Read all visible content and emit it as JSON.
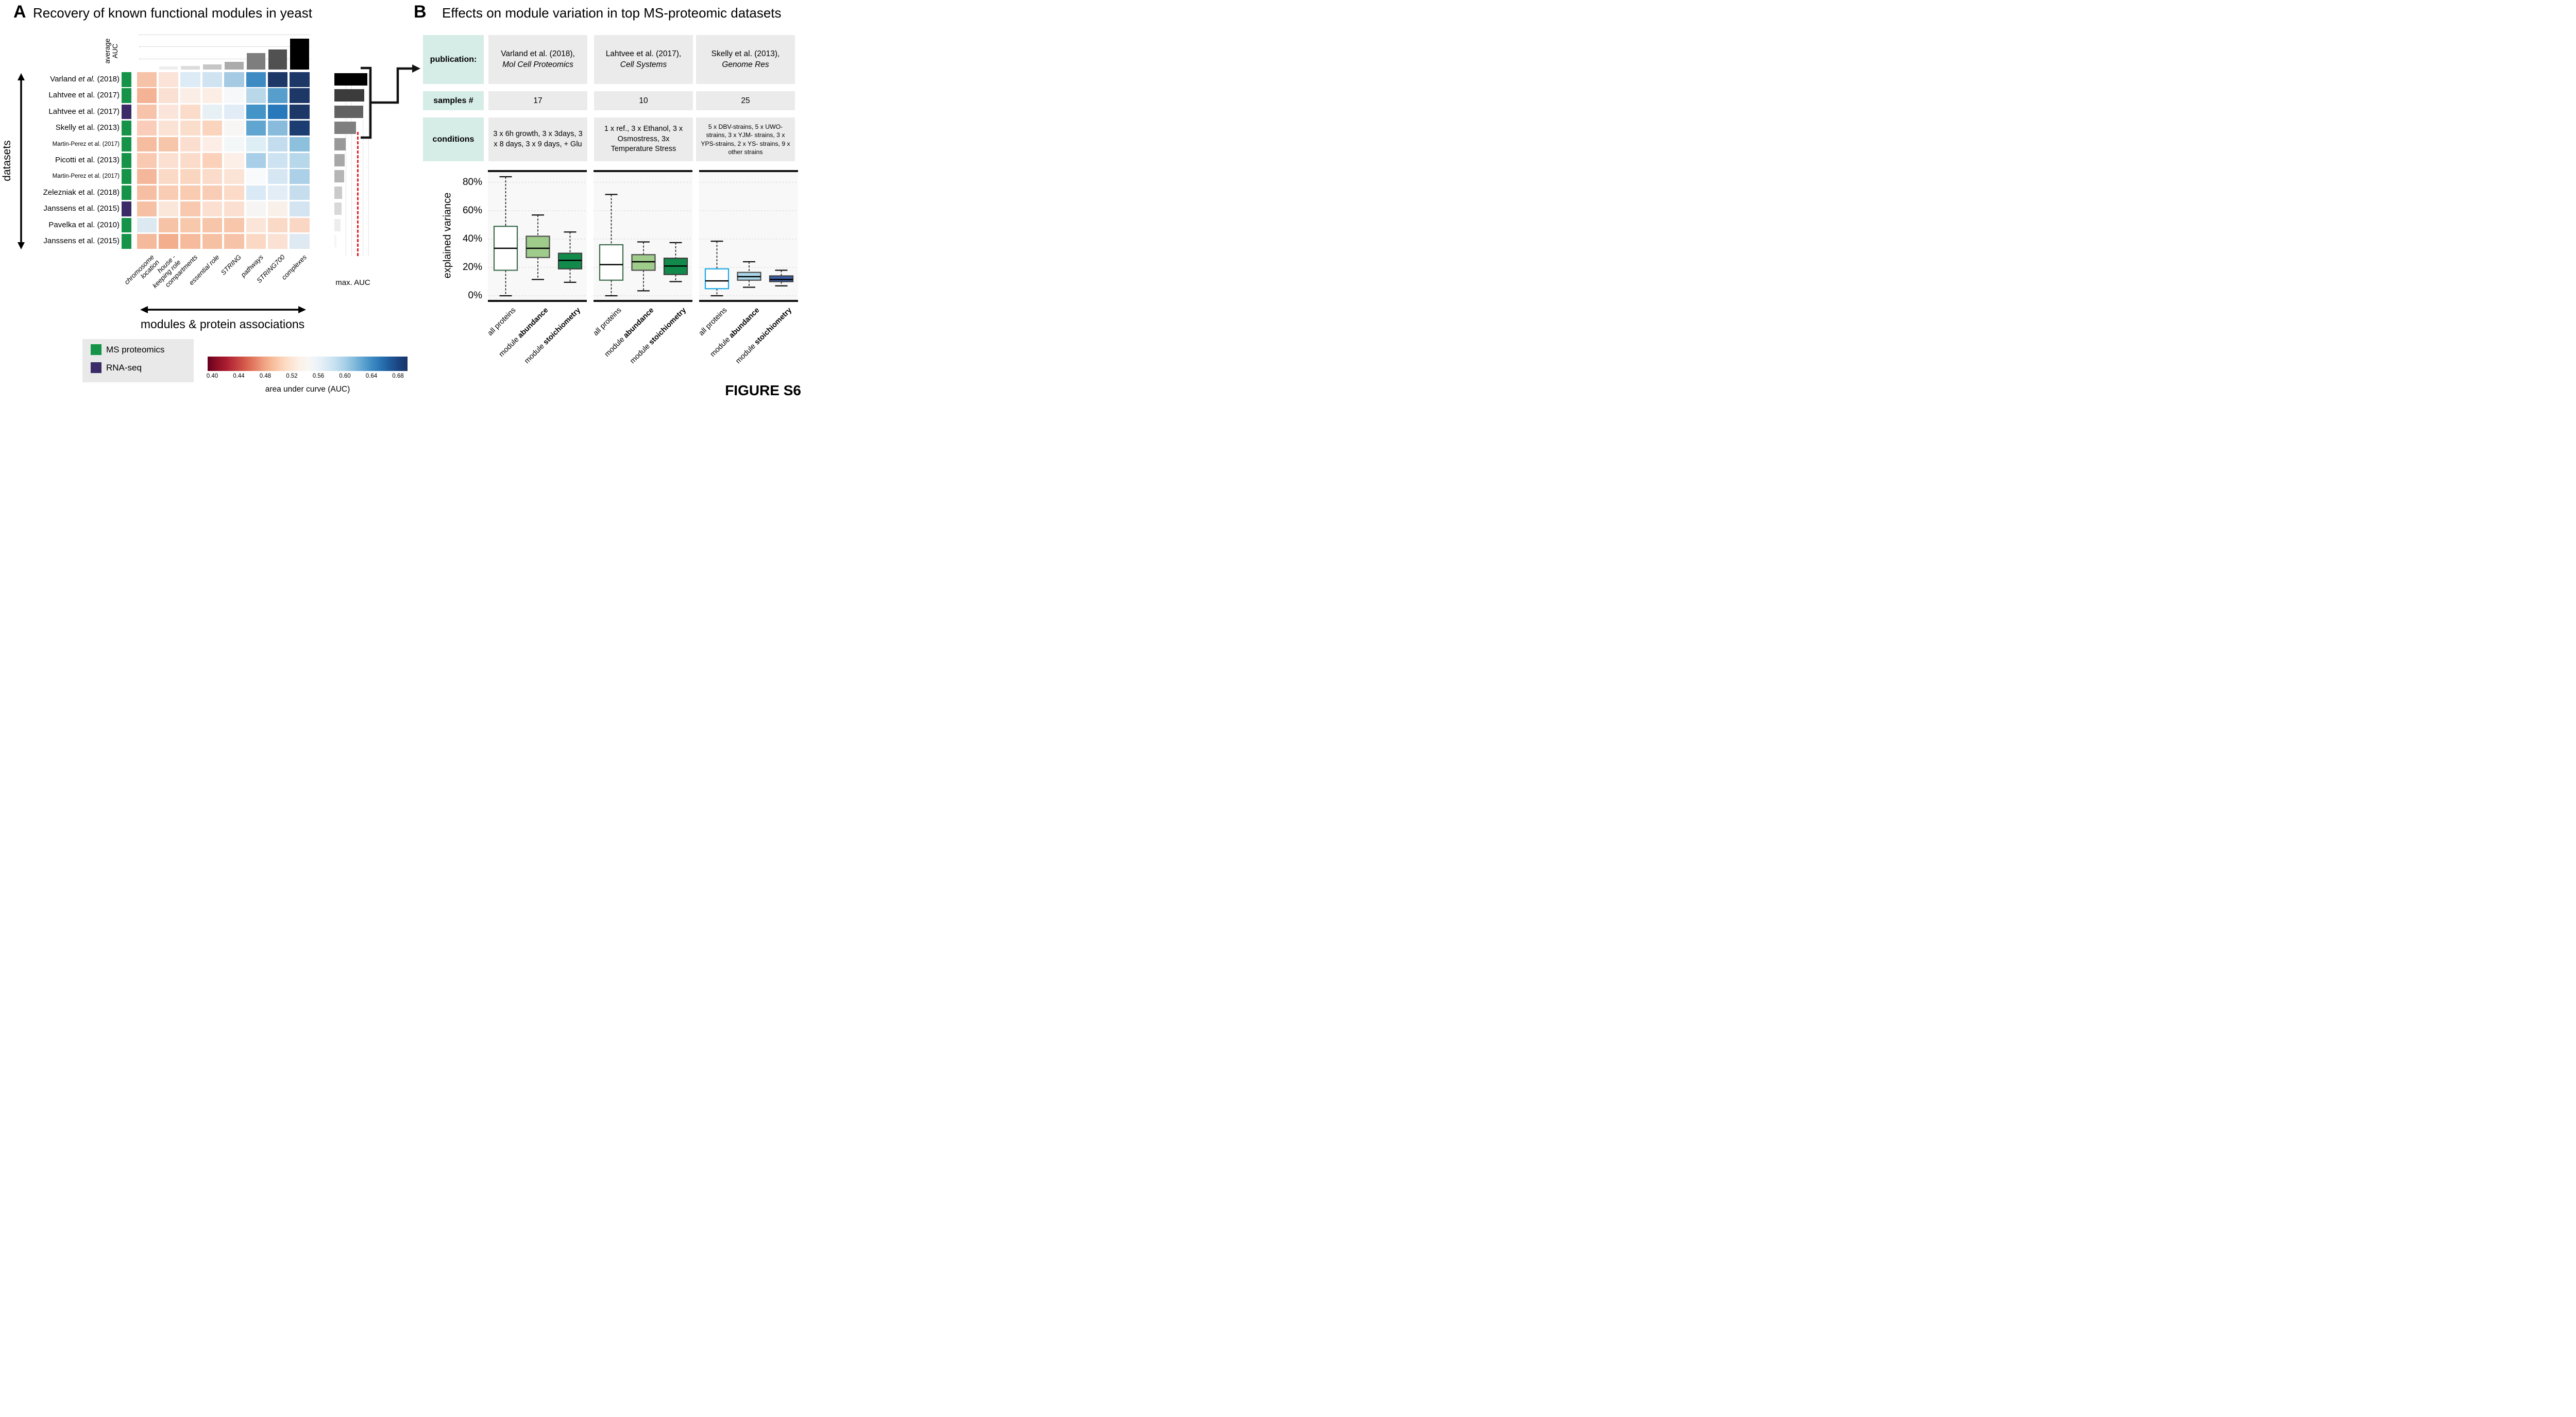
{
  "figure": {
    "label": "FIGURE S6"
  },
  "panelA": {
    "label": "A",
    "title": "Recovery of known functional modules in yeast",
    "datasets_axis_label": "datasets",
    "modules_axis_label": "modules & protein associations",
    "legend": {
      "items": [
        {
          "label": "MS proteomics",
          "color": "#159348"
        },
        {
          "label": "RNA-seq",
          "color": "#3b2c68"
        }
      ]
    }
  },
  "panelB": {
    "label": "B",
    "title": "Effects on module variation in top MS-proteomic datasets",
    "table": {
      "row_headers": [
        "publication:",
        "samples #",
        "conditions"
      ],
      "columns": [
        {
          "publication_name": "Varland et al. (2018),",
          "publication_journal": "Mol Cell Proteomics",
          "samples": "17",
          "conditions": "3 x 6h growth, 3 x 3days, 3 x 8 days, 3 x 9 days, + Glu"
        },
        {
          "publication_name": "Lahtvee et al. (2017),",
          "publication_journal": "Cell Systems",
          "samples": "10",
          "conditions": "1 x ref., 3 x Ethanol, 3 x Osmostress, 3x Temperature Stress"
        },
        {
          "publication_name": "Skelly et al. (2013),",
          "publication_journal": "Genome Res",
          "samples": "25",
          "conditions": "5 x DBV-strains, 5 x UWO- strains, 3 x YJM- strains, 3 x YPS-strains, 2 x YS- strains, 9 x other strains"
        }
      ]
    }
  },
  "chart_data": [
    {
      "id": "module_recovery_heatmap",
      "type": "heatmap",
      "datasets": [
        {
          "label": "Varland et al. (2018)",
          "etal_italic": true,
          "small": false,
          "type": "MS proteomics"
        },
        {
          "label": "Lahtvee et al. (2017)",
          "etal_italic": false,
          "small": false,
          "type": "MS proteomics"
        },
        {
          "label": "Lahtvee et al. (2017)",
          "etal_italic": false,
          "small": false,
          "type": "RNA-seq"
        },
        {
          "label": "Skelly et al. (2013)",
          "etal_italic": false,
          "small": false,
          "type": "MS proteomics"
        },
        {
          "label": "Martin-Perez et al. (2017)",
          "etal_italic": false,
          "small": true,
          "type": "MS proteomics"
        },
        {
          "label": "Picotti et al. (2013)",
          "etal_italic": false,
          "small": false,
          "type": "MS proteomics"
        },
        {
          "label": "Martin-Perez et al. (2017)",
          "etal_italic": false,
          "small": true,
          "type": "MS proteomics"
        },
        {
          "label": "Zelezniak et al. (2018)",
          "etal_italic": false,
          "small": false,
          "type": "MS proteomics"
        },
        {
          "label": "Janssens et al. (2015)",
          "etal_italic": false,
          "small": false,
          "type": "RNA-seq"
        },
        {
          "label": "Pavelka et al. (2010)",
          "etal_italic": false,
          "small": false,
          "type": "MS proteomics"
        },
        {
          "label": "Janssens et al. (2015)",
          "etal_italic": false,
          "small": false,
          "type": "MS proteomics"
        }
      ],
      "type_colors": {
        "MS proteomics": "#159348",
        "RNA-seq": "#3b2c68"
      },
      "columns": [
        [
          "chromosome",
          "location"
        ],
        [
          "house -",
          "keeping role"
        ],
        [
          "compartments"
        ],
        [
          "essential role"
        ],
        [
          "STRING"
        ],
        [
          "pathways"
        ],
        [
          "STRING700"
        ],
        [
          "complexes"
        ]
      ],
      "values": [
        [
          0.5,
          0.525,
          0.56,
          0.565,
          0.585,
          0.63,
          0.69,
          0.69
        ],
        [
          0.485,
          0.52,
          0.53,
          0.53,
          0.545,
          0.575,
          0.615,
          0.69
        ],
        [
          0.5,
          0.53,
          0.515,
          0.55,
          0.555,
          0.625,
          0.645,
          0.69
        ],
        [
          0.505,
          0.52,
          0.515,
          0.51,
          0.545,
          0.615,
          0.6,
          0.685
        ],
        [
          0.49,
          0.5,
          0.515,
          0.53,
          0.545,
          0.555,
          0.57,
          0.595
        ],
        [
          0.505,
          0.52,
          0.515,
          0.505,
          0.535,
          0.585,
          0.565,
          0.575
        ],
        [
          0.49,
          0.51,
          0.505,
          0.515,
          0.525,
          0.545,
          0.565,
          0.585
        ],
        [
          0.495,
          0.505,
          0.505,
          0.505,
          0.51,
          0.565,
          0.555,
          0.575
        ],
        [
          0.495,
          0.53,
          0.5,
          0.52,
          0.52,
          0.545,
          0.535,
          0.565
        ],
        [
          0.56,
          0.5,
          0.505,
          0.5,
          0.5,
          0.525,
          0.51,
          0.51
        ],
        [
          0.49,
          0.485,
          0.49,
          0.495,
          0.5,
          0.51,
          0.52,
          0.56
        ]
      ],
      "colors": [
        [
          "#f6c2a8",
          "#fbe3d8",
          "#dcebf5",
          "#cfe3f1",
          "#a5cae3",
          "#3e8bc4",
          "#1d3767",
          "#1d3767"
        ],
        [
          "#f4b394",
          "#fae0d2",
          "#fbeee7",
          "#fceee4",
          "#f7f8fa",
          "#b8d8ea",
          "#569ecb",
          "#1d3767"
        ],
        [
          "#f7c4ab",
          "#fbe5da",
          "#fbdcca",
          "#e7f0f4",
          "#e2ecf6",
          "#4494c8",
          "#2878bc",
          "#1d3767"
        ],
        [
          "#f9cdb9",
          "#fae2d4",
          "#fbddcc",
          "#fad4bd",
          "#f8f6f4",
          "#61a5d1",
          "#88bbdc",
          "#1c3d72"
        ],
        [
          "#f5bc9f",
          "#f7c6aa",
          "#fbdecf",
          "#fceee6",
          "#f4f7f8",
          "#ddeef5",
          "#c3ddef",
          "#8dc0dd"
        ],
        [
          "#f9c9b2",
          "#fbe0d2",
          "#fbdccb",
          "#fbd2b9",
          "#fcefe7",
          "#a8cfe7",
          "#cde3f1",
          "#b7d7eb"
        ],
        [
          "#f5b79b",
          "#fad9c6",
          "#fad5c0",
          "#fbdccb",
          "#fbe3d5",
          "#f9fafb",
          "#d6e7f3",
          "#abd0e7"
        ],
        [
          "#f6bfa4",
          "#f8cdb4",
          "#f9ccb2",
          "#f9cdb5",
          "#fbdac7",
          "#d9e9f5",
          "#e3edf5",
          "#c6ddee"
        ],
        [
          "#f6c0a4",
          "#fbe6da",
          "#f8c9ae",
          "#fbe0d2",
          "#fbdfd0",
          "#f6f5f4",
          "#faf0ea",
          "#d4e4f1"
        ],
        [
          "#dce9f1",
          "#f6c3a7",
          "#f8c8ac",
          "#f7c5a9",
          "#f7c6ab",
          "#fbe5d8",
          "#fad9c7",
          "#fad7c4"
        ],
        [
          "#f5b99c",
          "#f3ae8d",
          "#f6bb9c",
          "#f6c0a3",
          "#f7c3a8",
          "#fbd8c4",
          "#fbe0d4",
          "#dfe9f2"
        ]
      ],
      "colorbar": {
        "label": "area under curve (AUC)",
        "ticks": [
          "0.40",
          "0.44",
          "0.48",
          "0.52",
          "0.56",
          "0.60",
          "0.64",
          "0.68"
        ],
        "gradient": [
          "#67001f",
          "#8c0e25",
          "#a91c2e",
          "#c0383f",
          "#d25849",
          "#e17860",
          "#ee9b7d",
          "#f6b896",
          "#fbd0b3",
          "#fce2cf",
          "#fcefe5",
          "#f9f6f3",
          "#edf3f8",
          "#dcebf4",
          "#c6e0f0",
          "#a9d2e8",
          "#88bedd",
          "#62a6d2",
          "#3f8dc4",
          "#2a74b4",
          "#1f5b9c",
          "#1a4480",
          "#163468"
        ]
      }
    },
    {
      "id": "average_auc",
      "type": "bar",
      "ylabel": "average AUC",
      "yticks": [
        0.55,
        0.6,
        0.65
      ],
      "baseline": 0.504,
      "values": [
        0.504,
        0.517,
        0.521,
        0.527,
        0.536,
        0.574,
        0.587,
        0.632
      ],
      "colors": [
        "#ffffff",
        "#ededed",
        "#dcdcdc",
        "#c6c6c6",
        "#ababab",
        "#7e7e7e",
        "#515151",
        "#000000"
      ]
    },
    {
      "id": "max_auc",
      "type": "bar",
      "xlabel": "max. AUC",
      "xticks": [
        0.5,
        0.6,
        0.7,
        0.8
      ],
      "gridlines": [
        0.6,
        0.65,
        0.75,
        0.8
      ],
      "threshold": 0.7,
      "threshold_color": "#e8191c",
      "values": [
        0.79,
        0.765,
        0.755,
        0.69,
        0.6,
        0.592,
        0.585,
        0.566,
        0.562,
        0.556,
        0.516
      ],
      "colors": [
        "#000000",
        "#3b3b3b",
        "#626262",
        "#7f7f7f",
        "#999999",
        "#a8a8a8",
        "#b5b5b5",
        "#cacaca",
        "#d8d8d8",
        "#ededed",
        "#f6f6f6"
      ]
    },
    {
      "id": "explained_variance",
      "type": "boxplot",
      "ylabel": "explained variance",
      "yticks": [
        0,
        20,
        40,
        60,
        80
      ],
      "ytick_suffix": "%",
      "categories": [
        {
          "pre": "all proteins",
          "bold": ""
        },
        {
          "pre": "module ",
          "bold": "abundance"
        },
        {
          "pre": "module ",
          "bold": "stoichiometry"
        }
      ],
      "groups": [
        {
          "dataset": "Varland et al. (2018)",
          "boxes": [
            {
              "min": 0,
              "q1": 18,
              "median": 33.5,
              "q3": 49,
              "max": 84,
              "fill": "#ffffff",
              "stroke": "#3d6b4e"
            },
            {
              "min": 11.5,
              "q1": 27,
              "median": 33.5,
              "q3": 42,
              "max": 57,
              "fill": "#9fcb8b",
              "stroke": "#4d4d4d"
            },
            {
              "min": 9.5,
              "q1": 19,
              "median": 25,
              "q3": 30,
              "max": 45,
              "fill": "#128a4b",
              "stroke": "#3d3d3d"
            }
          ]
        },
        {
          "dataset": "Lahtvee et al. (2017)",
          "boxes": [
            {
              "min": 0,
              "q1": 11,
              "median": 22,
              "q3": 36,
              "max": 71.5,
              "fill": "#ffffff",
              "stroke": "#3d6b4e"
            },
            {
              "min": 3.5,
              "q1": 18,
              "median": 24,
              "q3": 29,
              "max": 38,
              "fill": "#9fcb8b",
              "stroke": "#4d4d4d"
            },
            {
              "min": 10,
              "q1": 15,
              "median": 21,
              "q3": 26.5,
              "max": 37.5,
              "fill": "#128a4b",
              "stroke": "#3d3d3d"
            }
          ]
        },
        {
          "dataset": "Skelly et al. (2013)",
          "boxes": [
            {
              "min": 0,
              "q1": 5,
              "median": 10.5,
              "q3": 19,
              "max": 38.5,
              "fill": "#ffffff",
              "stroke": "#19a7e8"
            },
            {
              "min": 6,
              "q1": 11,
              "median": 13.5,
              "q3": 16.5,
              "max": 24,
              "fill": "#a9d6e9",
              "stroke": "#4d4d4d"
            },
            {
              "min": 7,
              "q1": 10,
              "median": 11.5,
              "q3": 14,
              "max": 18,
              "fill": "#3a5ea8",
              "stroke": "#3d3d3d"
            }
          ]
        }
      ]
    }
  ]
}
